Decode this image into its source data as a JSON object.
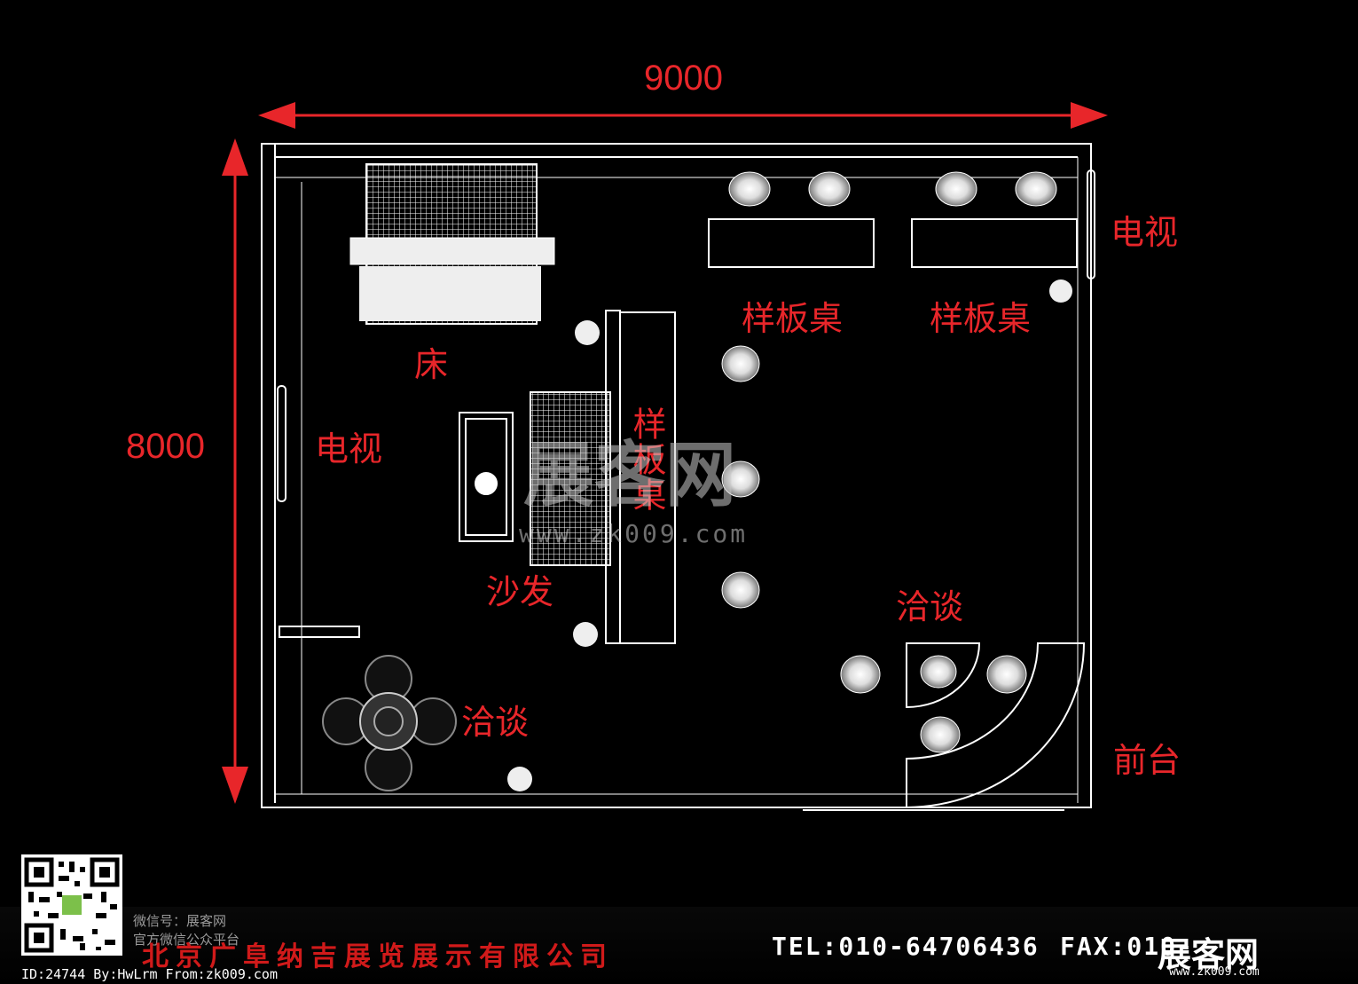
{
  "dimensions": {
    "width_label": "9000",
    "height_label": "8000"
  },
  "labels": {
    "tv_right": "电视",
    "tv_left": "电视",
    "sample_table_1": "样板桌",
    "sample_table_2": "样板桌",
    "sample_table_vertical": "样板桌",
    "bed": "床",
    "sofa": "沙发",
    "negotiation_left": "洽谈",
    "negotiation_right": "洽谈",
    "reception": "前台"
  },
  "watermark": {
    "logo": "展客网",
    "url": "www.zk009.com"
  },
  "footer": {
    "wechat_line1": "微信号：展客网",
    "wechat_line2": "官方微信公众平台",
    "company": "北京广阜纳吉展览展示有限公司",
    "tel": "TEL:010-64706436",
    "fax": "FAX:010-",
    "logo": "展客网",
    "logo_url": "www.zk009.com",
    "id_line": "ID:24744 By:HwLrm From:zk009.com"
  },
  "colors": {
    "accent": "#e8262a",
    "line": "#ffffff",
    "background": "#000000"
  }
}
